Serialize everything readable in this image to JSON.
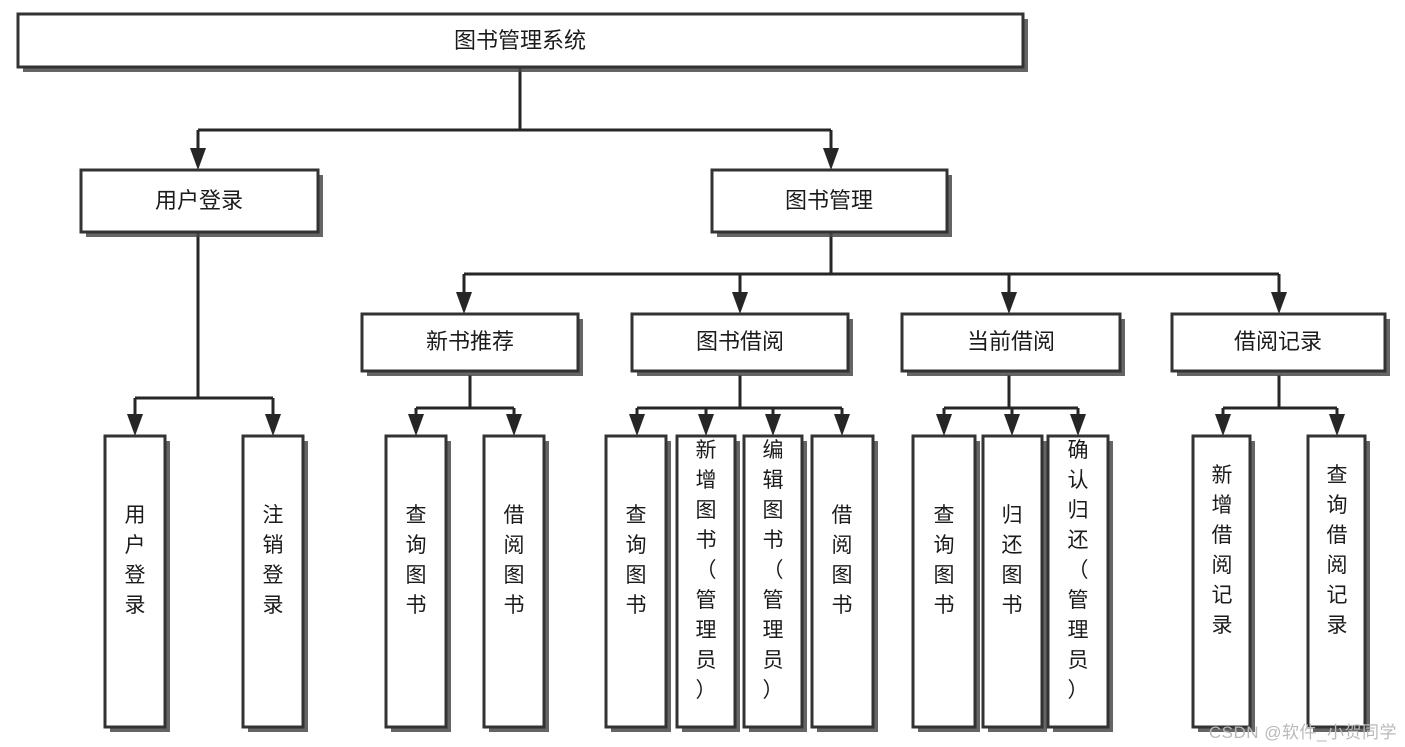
{
  "diagram": {
    "type": "tree-hierarchy",
    "title": "图书管理系统",
    "watermark": "CSDN @软件_小贺同学",
    "colors": {
      "box_border": "#333333",
      "box_fill": "#ffffff",
      "edge": "#262626",
      "text": "#1b1b1b",
      "watermark": "#b9b9b9"
    },
    "levels": [
      {
        "level": 1,
        "nodes": [
          {
            "id": "root",
            "label": "图书管理系统",
            "orientation": "horizontal"
          }
        ]
      },
      {
        "level": 2,
        "nodes": [
          {
            "id": "user_login",
            "label": "用户登录",
            "orientation": "horizontal",
            "parent": "root"
          },
          {
            "id": "book_mgmt",
            "label": "图书管理",
            "orientation": "horizontal",
            "parent": "root"
          }
        ]
      },
      {
        "level": 3,
        "nodes": [
          {
            "id": "new_book_rec",
            "label": "新书推荐",
            "orientation": "horizontal",
            "parent": "book_mgmt"
          },
          {
            "id": "book_borrow",
            "label": "图书借阅",
            "orientation": "horizontal",
            "parent": "book_mgmt"
          },
          {
            "id": "current_borrow",
            "label": "当前借阅",
            "orientation": "horizontal",
            "parent": "book_mgmt"
          },
          {
            "id": "borrow_record",
            "label": "借阅记录",
            "orientation": "horizontal",
            "parent": "book_mgmt"
          }
        ]
      },
      {
        "level": 4,
        "nodes": [
          {
            "id": "leaf_user_login",
            "label": "用户登录",
            "orientation": "vertical",
            "parent": "user_login"
          },
          {
            "id": "leaf_logout",
            "label": "注销登录",
            "orientation": "vertical",
            "parent": "user_login"
          },
          {
            "id": "leaf_query_book_1",
            "label": "查询图书",
            "orientation": "vertical",
            "parent": "new_book_rec"
          },
          {
            "id": "leaf_borrow_book_1",
            "label": "借阅图书",
            "orientation": "vertical",
            "parent": "new_book_rec"
          },
          {
            "id": "leaf_query_book_2",
            "label": "查询图书",
            "orientation": "vertical",
            "parent": "book_borrow"
          },
          {
            "id": "leaf_add_book",
            "label": "新增图书（管理员）",
            "orientation": "vertical",
            "parent": "book_borrow"
          },
          {
            "id": "leaf_edit_book",
            "label": "编辑图书（管理员）",
            "orientation": "vertical",
            "parent": "book_borrow"
          },
          {
            "id": "leaf_borrow_book_2",
            "label": "借阅图书",
            "orientation": "vertical",
            "parent": "book_borrow"
          },
          {
            "id": "leaf_query_book_3",
            "label": "查询图书",
            "orientation": "vertical",
            "parent": "current_borrow"
          },
          {
            "id": "leaf_return_book",
            "label": "归还图书",
            "orientation": "vertical",
            "parent": "current_borrow"
          },
          {
            "id": "leaf_confirm_return",
            "label": "确认归还（管理员）",
            "orientation": "vertical",
            "parent": "current_borrow"
          },
          {
            "id": "leaf_add_record",
            "label": "新增借阅记录",
            "orientation": "vertical",
            "parent": "borrow_record"
          },
          {
            "id": "leaf_query_record",
            "label": "查询借阅记录",
            "orientation": "vertical",
            "parent": "borrow_record"
          }
        ]
      }
    ]
  },
  "labels": {
    "root": "图书管理系统",
    "user_login": "用户登录",
    "book_mgmt": "图书管理",
    "new_book_rec": "新书推荐",
    "book_borrow": "图书借阅",
    "current_borrow": "当前借阅",
    "borrow_record": "借阅记录",
    "leaf_user_login": "用户登录",
    "leaf_logout": "注销登录",
    "leaf_query_book_1": "查询图书",
    "leaf_borrow_book_1": "借阅图书",
    "leaf_query_book_2": "查询图书",
    "leaf_add_book": "新增图书（管理员）",
    "leaf_edit_book": "编辑图书（管理员）",
    "leaf_borrow_book_2": "借阅图书",
    "leaf_query_book_3": "查询图书",
    "leaf_return_book": "归还图书",
    "leaf_confirm_return": "确认归还（管理员）",
    "leaf_add_record": "新增借阅记录",
    "leaf_query_record": "查询借阅记录",
    "watermark": "CSDN @软件_小贺同学"
  }
}
